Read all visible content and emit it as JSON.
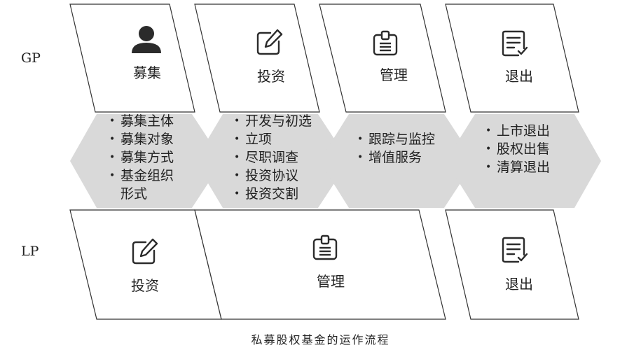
{
  "rows": {
    "gp": {
      "label": "GP"
    },
    "lp": {
      "label": "LP"
    }
  },
  "gp_stages": [
    {
      "label": "募集",
      "icon": "person-icon"
    },
    {
      "label": "投资",
      "icon": "edit-icon"
    },
    {
      "label": "管理",
      "icon": "id-badge-icon"
    },
    {
      "label": "退出",
      "icon": "document-check-icon"
    }
  ],
  "details": [
    {
      "items": [
        "募集主体",
        "募集对象",
        "募集方式",
        "基金组织",
        "形式"
      ]
    },
    {
      "items": [
        "开发与初选",
        "立项",
        "尽职调查",
        "投资协议",
        "投资交割"
      ]
    },
    {
      "items": [
        "跟踪与监控",
        "增值服务"
      ]
    },
    {
      "items": [
        "上市退出",
        "股权出售",
        "清算退出"
      ]
    }
  ],
  "lp_stages": [
    {
      "label": "投资",
      "icon": "edit-icon"
    },
    {
      "label": "管理",
      "icon": "id-badge-icon"
    },
    {
      "label": "退出",
      "icon": "document-check-icon"
    }
  ],
  "caption": "私募股权基金的运作流程",
  "colors": {
    "band": "#d9d9d9",
    "outline": "#333333",
    "icon": "#2b2b2b"
  }
}
